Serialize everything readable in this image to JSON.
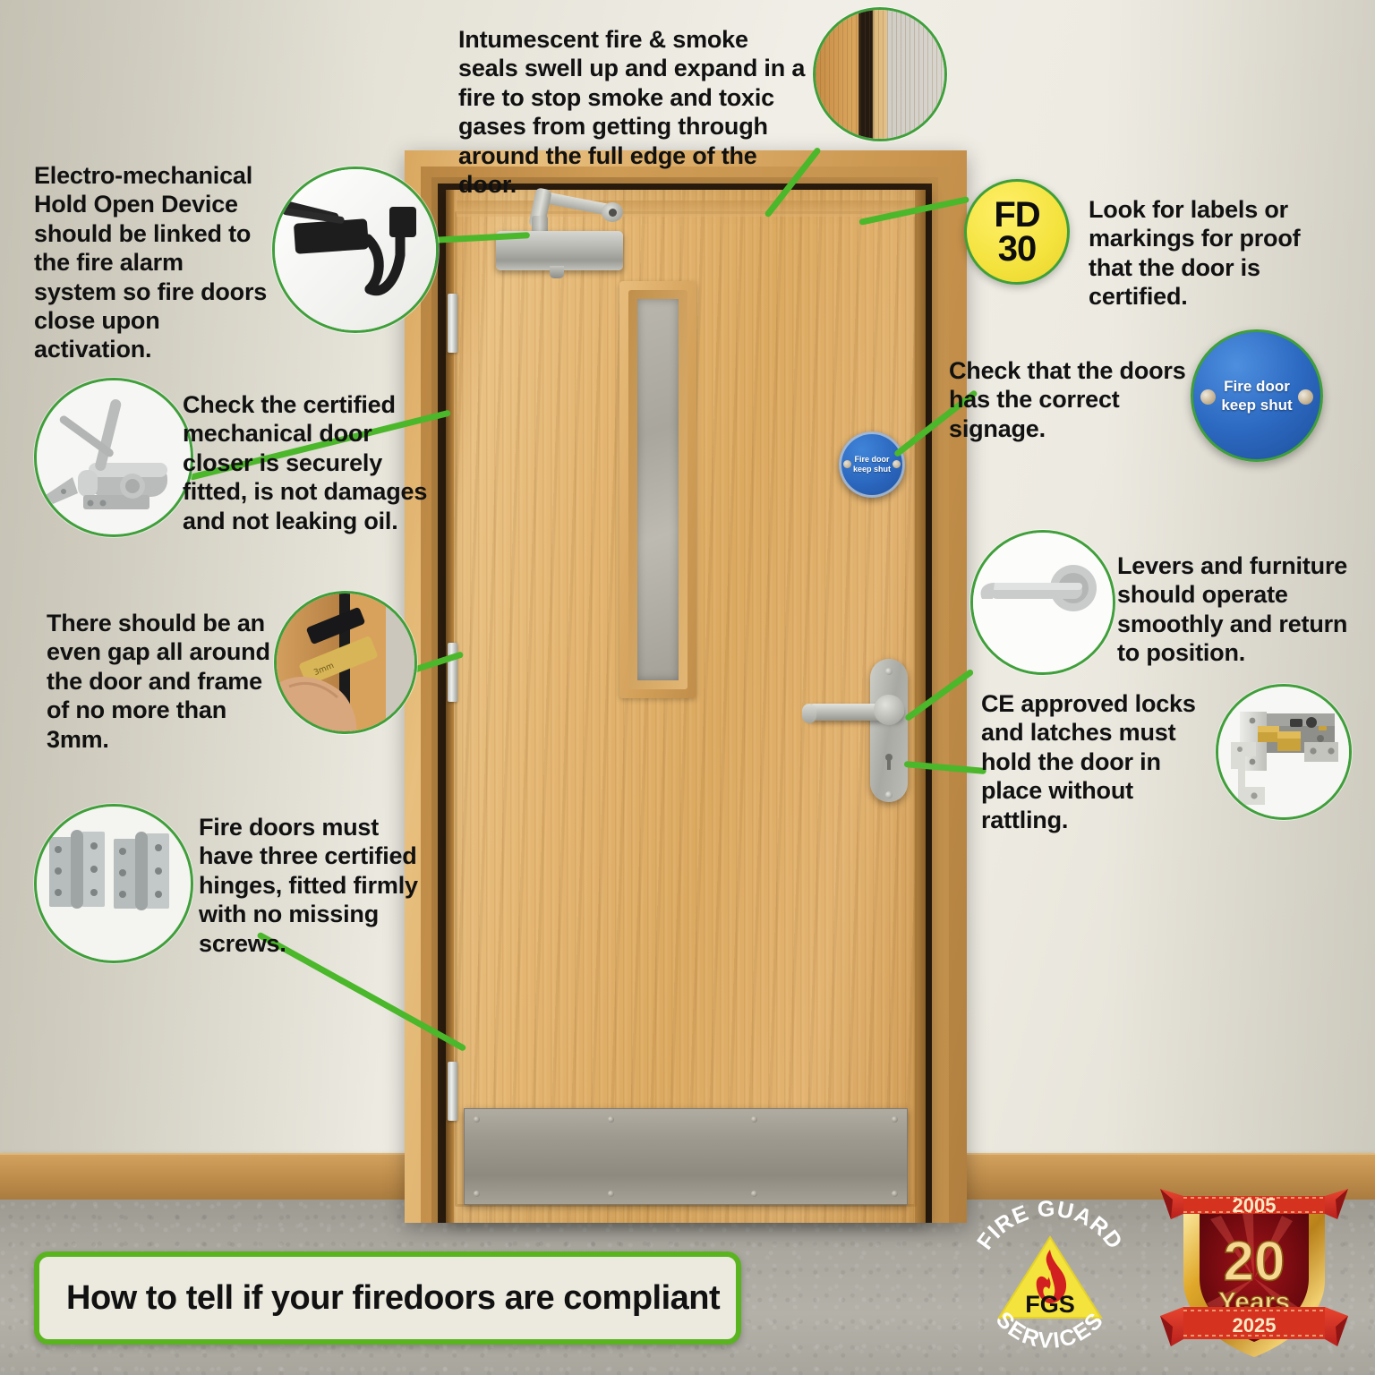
{
  "title": "How to tell if your firedoors are compliant",
  "accent_green": "#4bb72b",
  "ring_green": "#3f9f3a",
  "badge_yellow": "#f4e23d",
  "sign_blue": "#2d6ac2",
  "callouts": {
    "seals": {
      "text": "Intumescent fire & smoke seals swell up and expand in a fire to stop smoke and toxic gases from getting through around the full edge of the door.",
      "icon": "intumescent-seal-closeup"
    },
    "hold_open": {
      "text": "Electro-mechanical Hold Open Device should be linked to the fire alarm system so fire doors close upon activation.",
      "icon": "hold-open-device"
    },
    "closer": {
      "text": "Check the certified mechanical door closer is securely fitted, is not damages and not leaking oil.",
      "icon": "door-closer"
    },
    "gap": {
      "text": "There should be an even gap all around the door and frame of no more than 3mm.",
      "icon": "gap-gauge"
    },
    "hinges": {
      "text": "Fire doors must have three certified hinges, fitted firmly with no missing screws.",
      "icon": "hinges"
    },
    "certification": {
      "text": "Look for labels or markings for proof that the door is certified.",
      "badge_line1": "FD",
      "badge_line2": "30"
    },
    "signage": {
      "text": "Check that the doors has the correct signage.",
      "sign_line1": "Fire door",
      "sign_line2": "keep shut"
    },
    "levers": {
      "text": "Levers and furniture should operate smoothly and return to position.",
      "icon": "lever-handle"
    },
    "locks": {
      "text": "CE approved locks and latches must hold the door in place without rattling.",
      "icon": "mortice-lock"
    }
  },
  "door_sign": {
    "line1": "Fire door",
    "line2": "keep shut"
  },
  "logos": {
    "fgs": {
      "arc_top": "FIRE GUARD",
      "arc_bottom": "SERVICES",
      "monogram": "FGS"
    },
    "anniversary": {
      "year_from": "2005",
      "year_to": "2025",
      "number": "20",
      "label": "Years"
    }
  }
}
